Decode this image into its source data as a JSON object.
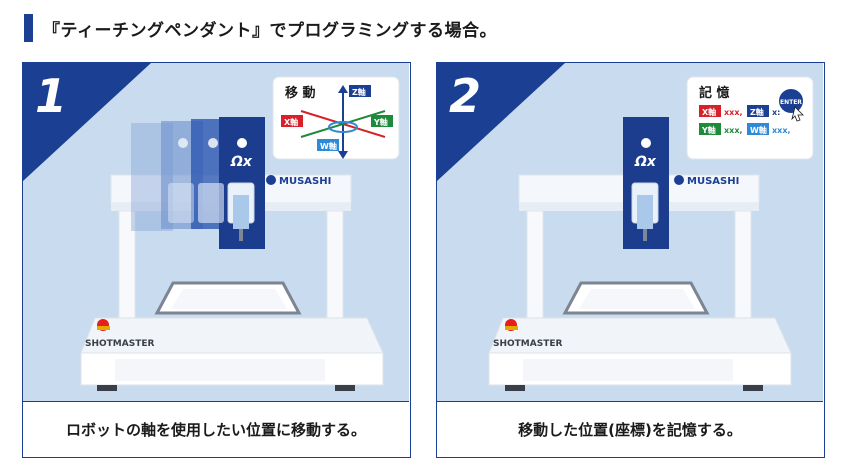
{
  "heading": {
    "title": "『ティーチングペンダント』でプログラミングする場合。"
  },
  "steps": [
    {
      "number": "1",
      "caption": "ロボットの軸を使用したい位置に移動する。",
      "card_title": "移 動",
      "axes": {
        "z": "Z軸",
        "x": "X軸",
        "y": "Y軸",
        "w": "W軸"
      }
    },
    {
      "number": "2",
      "caption": "移動した位置(座標)を記憶する。",
      "card_title": "記 憶",
      "mem": {
        "x": "X軸",
        "x_val": "xxx,",
        "z": "Z軸",
        "z_val": "x:",
        "y": "Y軸",
        "y_val": "xxx,",
        "w": "W軸",
        "w_val": "xxx,"
      },
      "enter_label": "ENTER"
    }
  ],
  "machine": {
    "brand": "SHOTMASTER",
    "maker": "MUSASHI",
    "head_logo": "Ωx"
  },
  "colors": {
    "accent": "#1b3f93",
    "scene_bg": "#c9dcef",
    "x_axis": "#d8202a",
    "y_axis": "#1f8a3b",
    "z_axis": "#1b3f93",
    "w_axis": "#2c8ad6"
  }
}
